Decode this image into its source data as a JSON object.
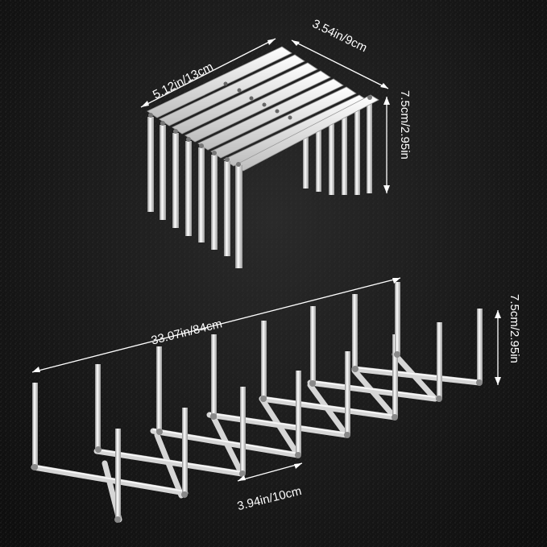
{
  "dimensions": {
    "folded_length": "5.12in/13cm",
    "folded_width": "3.54in/9cm",
    "folded_height": "7.5cm/2.95in",
    "extended_length": "33.07in/84cm",
    "extended_height": "7.5cm/2.95in",
    "slot_spacing": "3.94in/10cm"
  },
  "colors": {
    "background": "#161616",
    "steel": "#e8e8e8",
    "text": "#ffffff",
    "arrow": "#ffffff"
  }
}
